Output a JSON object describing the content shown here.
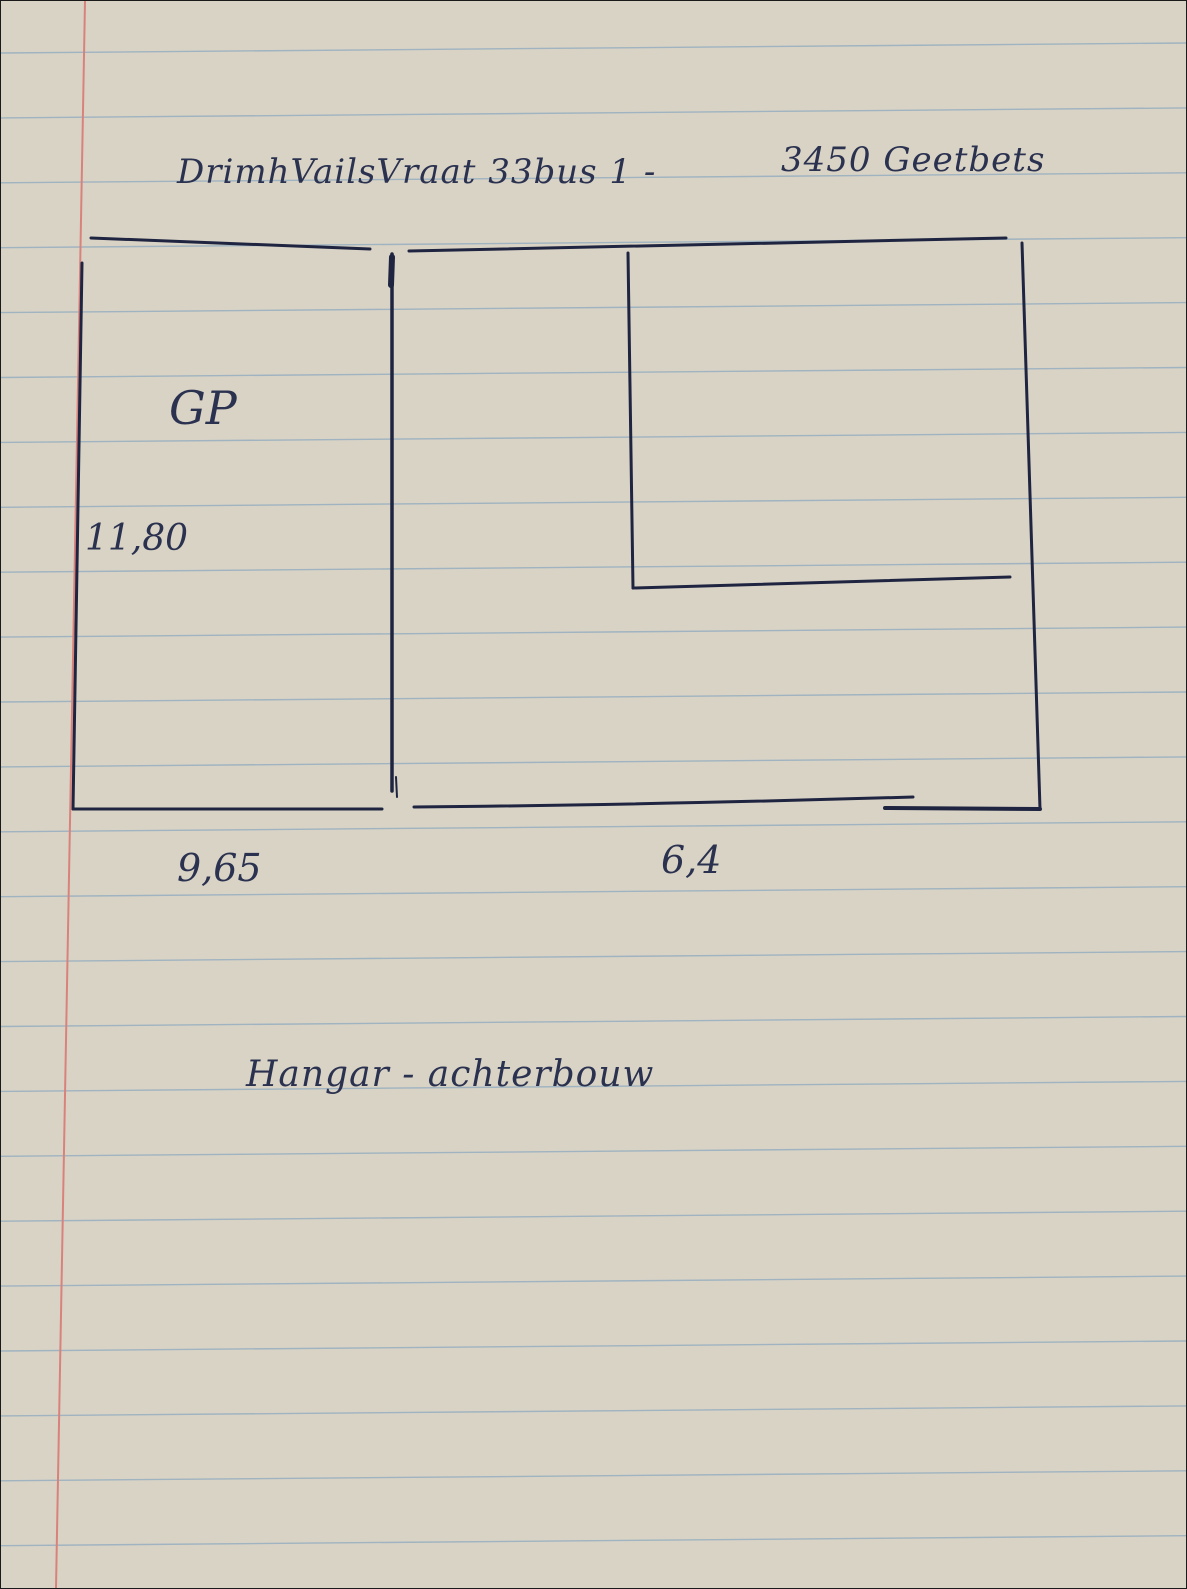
{
  "page": {
    "title_left": "DrimhVailsVraat 33bus 1 -",
    "title_right": "3450 Geetbets",
    "footer_note": "Hangar - achterbouw"
  },
  "floorplan": {
    "room_label": "GP",
    "height_label": "11,80",
    "width_left_label": "9,65",
    "width_right_label": "6,4"
  },
  "colors": {
    "paper": "#d9d3c6",
    "ruling": "#9fb3c0",
    "margin_line": "#d9827c",
    "ink": "#2b3250"
  }
}
